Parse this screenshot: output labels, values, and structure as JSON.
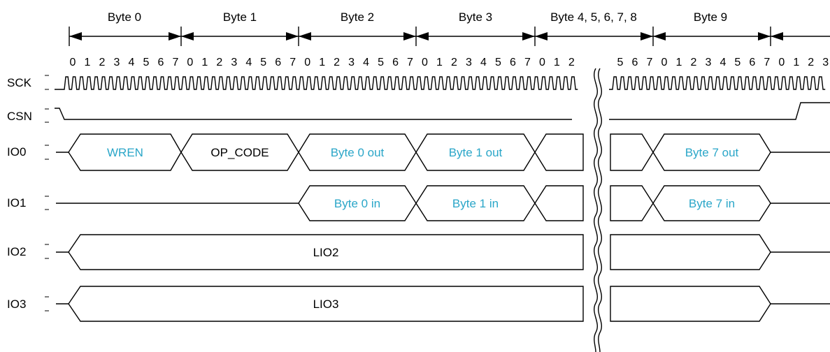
{
  "bytes": {
    "b0": "Byte 0",
    "b1": "Byte 1",
    "b2": "Byte 2",
    "b3": "Byte 3",
    "b4": "Byte 4, 5, 6, 7, 8",
    "b9": "Byte 9"
  },
  "bit_rows": {
    "left": [
      "0",
      "1",
      "2",
      "3",
      "4",
      "5",
      "6",
      "7",
      "0",
      "1",
      "2",
      "3",
      "4",
      "5",
      "6",
      "7",
      "0",
      "1",
      "2",
      "3",
      "4",
      "5",
      "6",
      "7",
      "0",
      "1",
      "2",
      "3",
      "4",
      "5",
      "6",
      "7",
      "0",
      "1",
      "2"
    ],
    "right": [
      "5",
      "6",
      "7",
      "0",
      "1",
      "2",
      "3",
      "4",
      "5",
      "6",
      "7",
      "0",
      "1",
      "2",
      "3"
    ]
  },
  "signals": {
    "sck": "SCK",
    "csn": "CSN",
    "io0": "IO0",
    "io1": "IO1",
    "io2": "IO2",
    "io3": "IO3"
  },
  "segments": {
    "wren": "WREN",
    "op_code": "OP_CODE",
    "io0_byte0": "Byte 0 out",
    "io0_byte1": "Byte 1 out",
    "io0_byte7": "Byte 7 out",
    "io1_byte0": "Byte 0 in",
    "io1_byte1": "Byte 1 in",
    "io1_byte7": "Byte 7 in",
    "lio2": "LIO2",
    "lio3": "LIO3"
  },
  "colors": {
    "highlight": "#2AA6C8",
    "line": "#000000"
  }
}
